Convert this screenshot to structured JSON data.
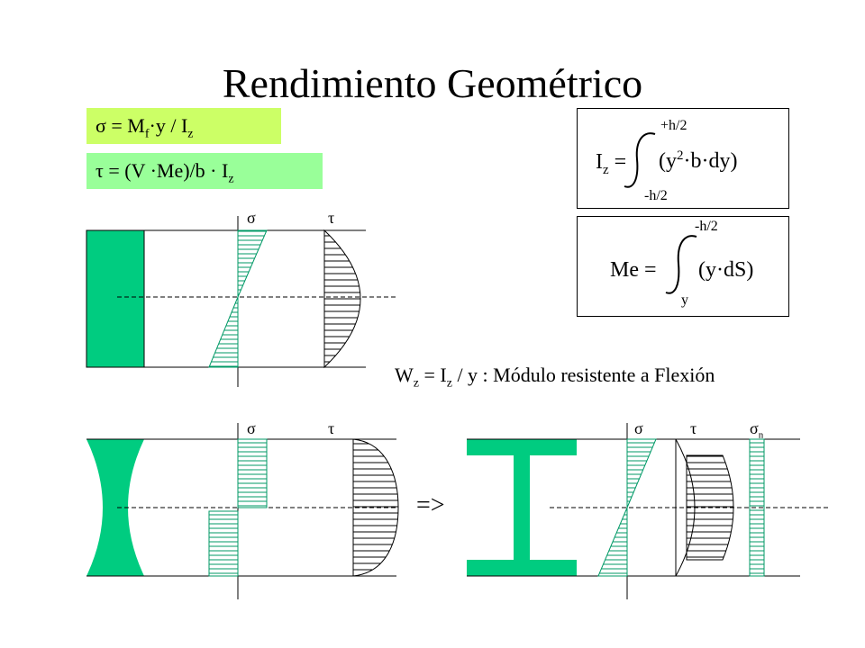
{
  "title": "Rendimiento Geométrico",
  "formulas": {
    "sigma": {
      "lhs": "σ = M",
      "sub_f": "f",
      "mid": "·y / I",
      "sub_z": "z"
    },
    "tau": {
      "lhs": "τ = (V ·Me)/b · I",
      "sub_z": "z"
    }
  },
  "iz_integral": {
    "upper": "+h/2",
    "lower": "-h/2",
    "lhs": "I",
    "lhs_sub": "z",
    "eq": "=",
    "body_pre": "(y",
    "body_sup": "2",
    "body_post": "·b·dy)"
  },
  "me_integral": {
    "upper": "-h/2",
    "lower": "y",
    "lhs": "Me =",
    "body": "(y·dS)"
  },
  "section_modulus": {
    "pre": "W",
    "sub1": "z",
    "mid": " = I",
    "sub2": "z",
    "post": " / y : Módulo resistente a Flexión"
  },
  "diagram_labels": {
    "sigma": "σ",
    "tau": "τ",
    "sigma_n": "σ",
    "sigma_n_sub": "n",
    "arrow": "=>"
  },
  "colors": {
    "section_fill": "#00cc80",
    "hatch": "#009966",
    "formula_sigma_bg": "#ccff66",
    "formula_tau_bg": "#99ff99"
  }
}
